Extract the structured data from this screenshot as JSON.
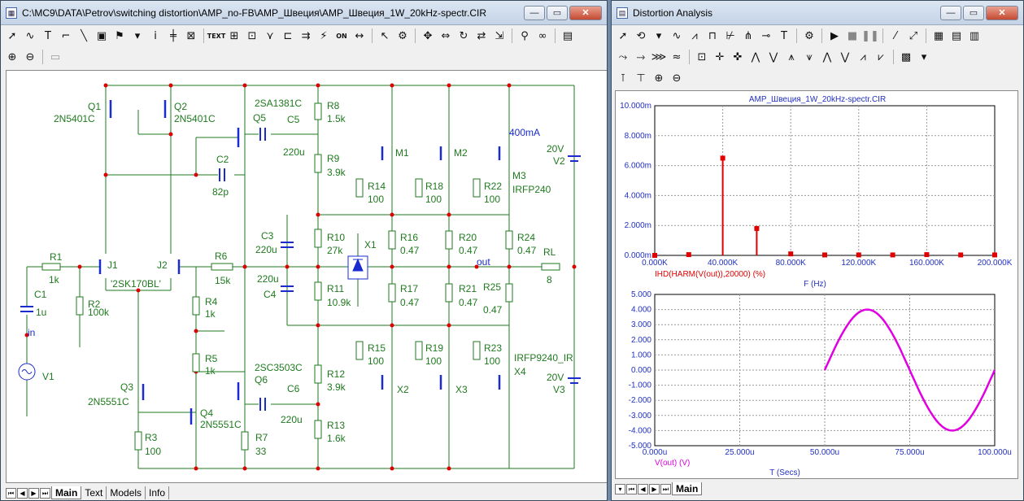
{
  "schematic_window": {
    "title": "C:\\MC9\\DATA\\Petrov\\switching distortion\\AMP_no-FB\\AMP_Швеция\\AMP_Швеция_1W_20kHz-spectr.CIR",
    "tabs": [
      "Main",
      "Text",
      "Models",
      "Info"
    ],
    "components": {
      "Q1": "Q1",
      "Q1m": "2N5401C",
      "Q2": "Q2",
      "Q2m": "2N5401C",
      "Q5": "Q5",
      "Q5m": "2SA1381C",
      "C5": "C5",
      "C5v": "220u",
      "C2": "C2",
      "C2v": "82p",
      "R8": "R8",
      "R8v": "1.5k",
      "R9": "R9",
      "R9v": "3.9k",
      "M1": "M1",
      "M2": "M2",
      "M3": "M3",
      "M3m": "IRFP240",
      "cur": "400mA",
      "V2": "V2",
      "V2v": "20V",
      "R14": "R14",
      "R14v": "100",
      "R18": "R18",
      "R18v": "100",
      "R22": "R22",
      "R22v": "100",
      "C3": "C3",
      "C3v": "220u",
      "R10": "R10",
      "R10v": "27k",
      "X1": "X1",
      "R16": "R16",
      "R16v": "0.47",
      "R20": "R20",
      "R20v": "0.47",
      "R24": "R24",
      "R24v": "0.47",
      "RL": "RL",
      "RLv": "8",
      "out": "out",
      "R1": "R1",
      "R1v": "1k",
      "J1": "J1",
      "J2": "J2",
      "Jm": "'2SK170BL'",
      "R6": "R6",
      "R6v": "15k",
      "C4": "C4",
      "C4v": "220u",
      "R11": "R11",
      "R11v": "10.9k",
      "R17": "R17",
      "R17v": "0.47",
      "R21": "R21",
      "R21v": "0.47",
      "R25": "R25",
      "R25v": "0.47",
      "C1": "C1",
      "C1v": "1u",
      "R2": "R2",
      "R2v": "100k",
      "in": "in",
      "V1": "V1",
      "R4": "R4",
      "R4v": "1k",
      "R5": "R5",
      "R5v": "1k",
      "R15": "R15",
      "R15v": "100",
      "R19": "R19",
      "R19v": "100",
      "R23": "R23",
      "R23v": "100",
      "X4": "X4",
      "X4m": "IRFP9240_IR",
      "V3": "V3",
      "V3v": "20V",
      "Q3": "Q3",
      "Q3m": "2N5551C",
      "Q6": "Q6",
      "Q6m": "2SC3503C",
      "Q4": "Q4",
      "Q4m": "2N5551C",
      "R12": "R12",
      "R12v": "3.9k",
      "X2": "X2",
      "X3": "X3",
      "C6": "C6",
      "C6v": "220u",
      "R13": "R13",
      "R13v": "1.6k",
      "R3": "R3",
      "R3v": "100",
      "R7": "R7",
      "R7v": "33"
    }
  },
  "analysis_window": {
    "title": "Distortion Analysis",
    "tabs": [
      "Main"
    ]
  },
  "chart_data": [
    {
      "type": "bar",
      "title": "AMP_Швеция_1W_20kHz-spectr.CIR",
      "xlabel": "F (Hz)",
      "ylabel": "",
      "series_label": "IHD(HARM(V(out)),20000) (%)",
      "x_ticks": [
        "0.000K",
        "40.000K",
        "80.000K",
        "120.000K",
        "160.000K",
        "200.000K"
      ],
      "y_ticks": [
        "0.000m",
        "2.000m",
        "4.000m",
        "6.000m",
        "8.000m",
        "10.000m"
      ],
      "xlim": [
        0,
        200000
      ],
      "ylim": [
        0,
        10
      ],
      "x": [
        0,
        20000,
        40000,
        60000,
        80000,
        100000,
        120000,
        140000,
        160000,
        180000,
        200000
      ],
      "values": [
        0,
        0.05,
        6.5,
        1.8,
        0.1,
        0.03,
        0.03,
        0.03,
        0.05,
        0.03,
        0.03
      ],
      "color": "#e00000"
    },
    {
      "type": "line",
      "title": "",
      "xlabel": "T (Secs)",
      "ylabel": "",
      "series_label": "V(out) (V)",
      "x_ticks": [
        "0.000u",
        "25.000u",
        "50.000u",
        "75.000u",
        "100.000u"
      ],
      "y_ticks": [
        "-5.000",
        "-4.000",
        "-3.000",
        "-2.000",
        "-1.000",
        "0.000",
        "1.000",
        "2.000",
        "3.000",
        "4.000",
        "5.000"
      ],
      "xlim": [
        0,
        100
      ],
      "ylim": [
        -5,
        5
      ],
      "x_start": 50,
      "x_end": 100,
      "amplitude": 4.0,
      "period": 50,
      "color": "#e000e0"
    }
  ]
}
